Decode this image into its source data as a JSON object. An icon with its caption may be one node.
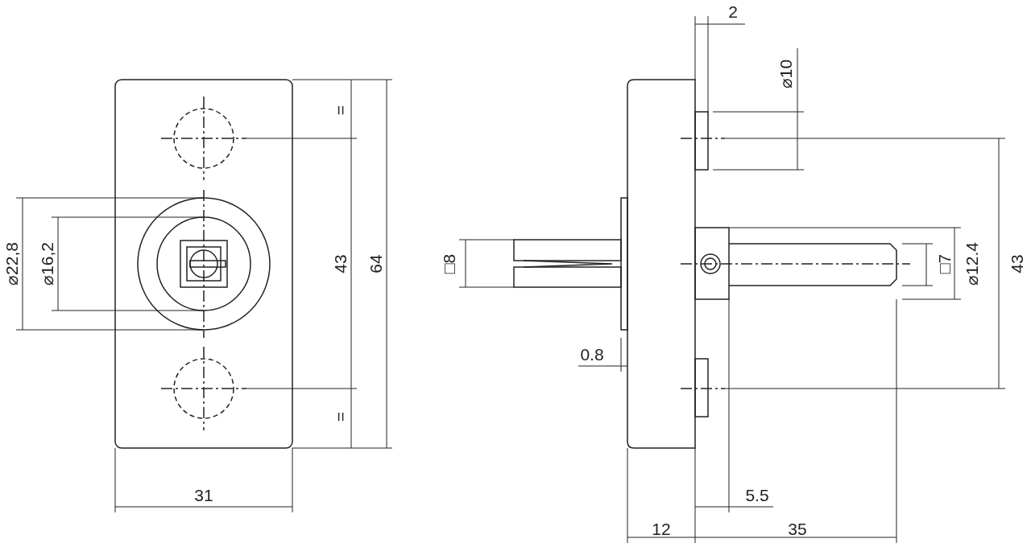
{
  "diagram": {
    "labels": [
      "2",
      "⌀10",
      "=",
      "⌀22,8",
      "⌀16,2",
      "□8",
      "43",
      "64",
      "□7",
      "⌀12.4",
      "43",
      "0.8",
      "=",
      "5.5",
      "31",
      "12",
      "35"
    ]
  }
}
